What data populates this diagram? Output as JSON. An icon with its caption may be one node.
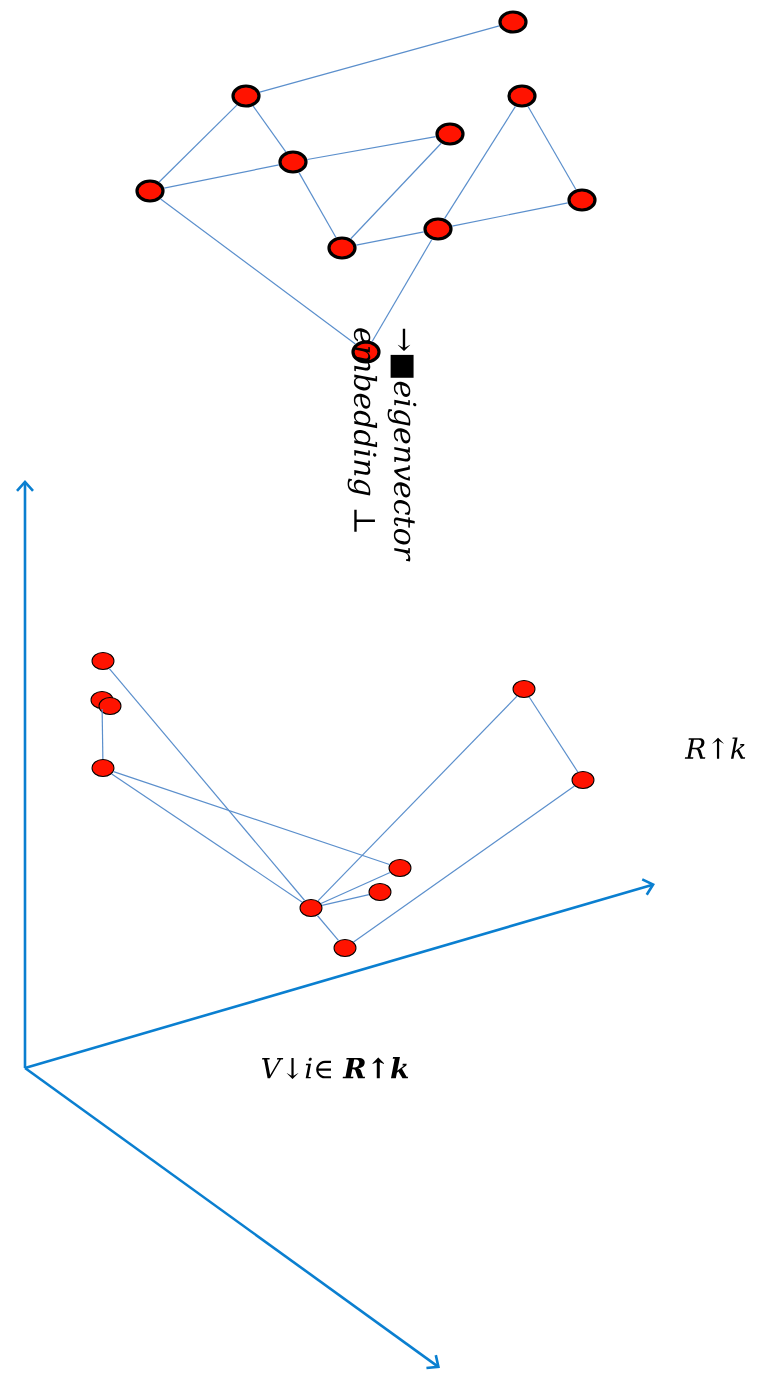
{
  "diagram": {
    "nodes": [
      {
        "text": [],
        "shape": "ellipse"
      },
      {
        "text": [],
        "shape": "ellipse"
      },
      {
        "text": [],
        "shape": "ellipse"
      },
      {
        "text": [],
        "shape": "ellipse"
      },
      {
        "text": [],
        "shape": "ellipse"
      },
      {
        "text": [],
        "shape": "ellipse"
      },
      {
        "text": [],
        "shape": "ellipse"
      },
      {
        "text": [],
        "shape": "ellipse"
      },
      {
        "text": [],
        "shape": "ellipse"
      },
      {
        "text": [],
        "shape": "ellipse"
      },
      {
        "text": [],
        "shape": "ellipse"
      },
      {
        "text": [],
        "shape": "ellipse"
      },
      {
        "text": [],
        "shape": "ellipse"
      },
      {
        "text": [],
        "shape": "ellipse"
      },
      {
        "text": [],
        "shape": "ellipse"
      },
      {
        "text": [],
        "shape": "ellipse"
      },
      {
        "text": [],
        "shape": "ellipse"
      },
      {
        "text": [],
        "shape": "ellipse"
      },
      {
        "text": [],
        "shape": "ellipse"
      },
      {
        "text": [],
        "shape": "ellipse"
      }
    ],
    "edges": [
      {
        "from": 1,
        "to": 0,
        "arrow": "none"
      },
      {
        "from": 1,
        "to": 5,
        "arrow": "none"
      },
      {
        "from": 1,
        "to": 4,
        "arrow": "none"
      },
      {
        "from": 5,
        "to": 4,
        "arrow": "none"
      },
      {
        "from": 4,
        "to": 3,
        "arrow": "none"
      },
      {
        "from": 4,
        "to": 8,
        "arrow": "none"
      },
      {
        "from": 3,
        "to": 8,
        "arrow": "none"
      },
      {
        "from": 8,
        "to": 7,
        "arrow": "none"
      },
      {
        "from": 7,
        "to": 6,
        "arrow": "none"
      },
      {
        "from": 7,
        "to": 2,
        "arrow": "none"
      },
      {
        "from": 2,
        "to": 6,
        "arrow": "none"
      },
      {
        "from": 5,
        "to": 9,
        "arrow": "none"
      },
      {
        "from": 7,
        "to": 9,
        "arrow": "none"
      },
      {
        "from": 10,
        "to": 18,
        "arrow": "none"
      },
      {
        "from": 11,
        "to": 13,
        "arrow": "none"
      },
      {
        "from": 13,
        "to": 18,
        "arrow": "none"
      },
      {
        "from": 13,
        "to": 16,
        "arrow": "none"
      },
      {
        "from": 18,
        "to": 14,
        "arrow": "none"
      },
      {
        "from": 14,
        "to": 15,
        "arrow": "none"
      },
      {
        "from": 15,
        "to": 19,
        "arrow": "none"
      },
      {
        "from": 18,
        "to": 19,
        "arrow": "none"
      },
      {
        "from": 18,
        "to": 16,
        "arrow": "none"
      },
      {
        "from": 18,
        "to": 17,
        "arrow": "none"
      }
    ],
    "labels": [
      "→■eigenvector embedding ⊥",
      "R↑k",
      "V↓i∈ **R↑k**"
    ]
  }
}
